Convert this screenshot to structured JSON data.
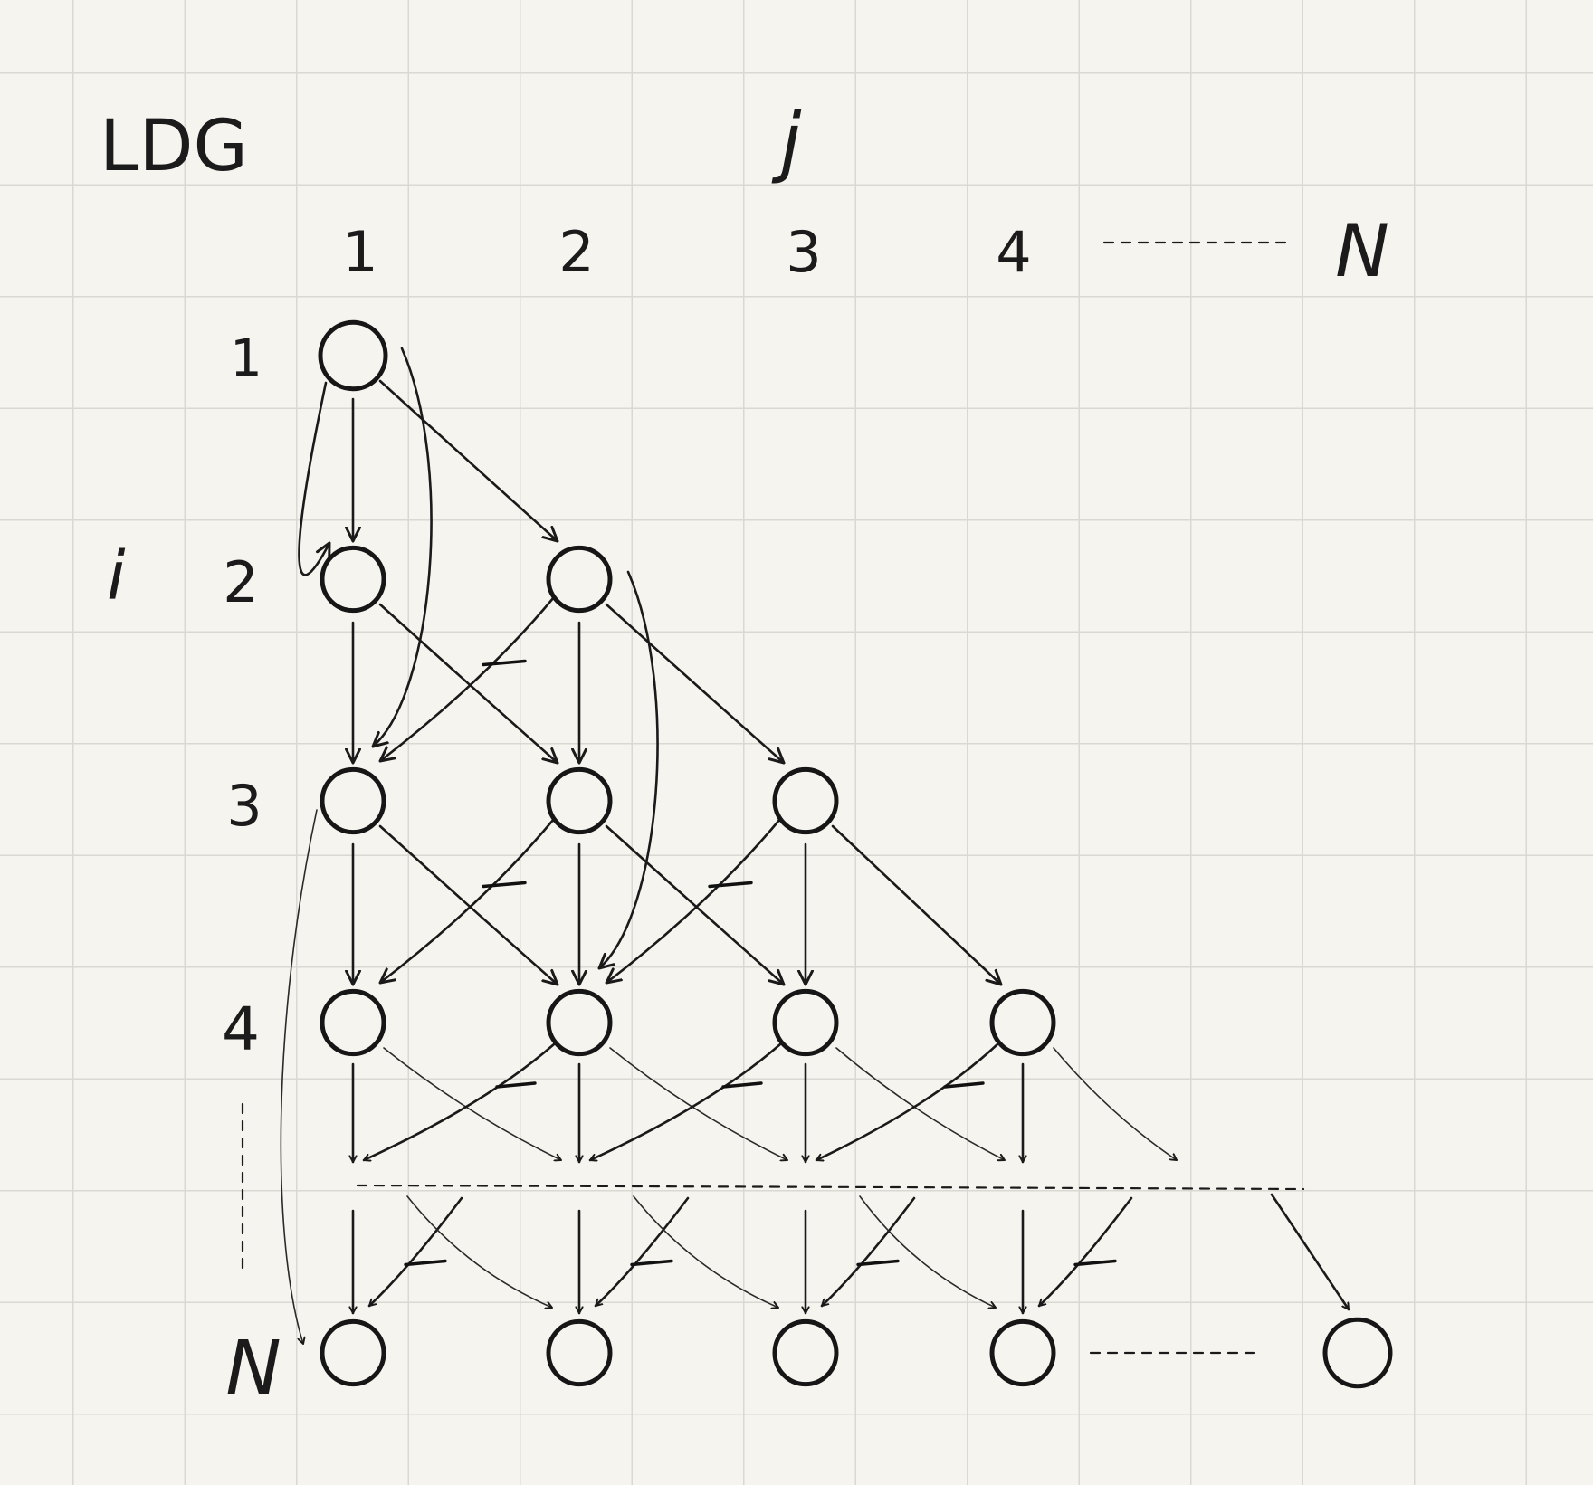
{
  "diagram": {
    "title": "LDG",
    "column_axis_label": "j",
    "row_axis_label": "i",
    "column_labels": [
      "1",
      "2",
      "3",
      "4",
      "N"
    ],
    "row_labels": [
      "1",
      "2",
      "3",
      "4",
      "N"
    ],
    "colors": {
      "ink": "#1a1a1a",
      "paper": "#f6f4ef",
      "grid": "#d9d8d3"
    },
    "structure": "lower-triangular node grid: node (i, j) exists for j ≤ i; each node points down to (i+1, j), diagonally to (i+1, j+1), and back to (i+1, j-1) with a dash mark"
  }
}
